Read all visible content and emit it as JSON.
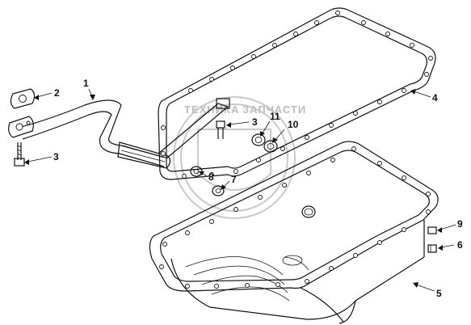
{
  "diagram": {
    "callouts": {
      "c1": "1",
      "c2": "2",
      "c3a": "3",
      "c3b": "3",
      "c4": "4",
      "c5": "5",
      "c6": "6",
      "c7": "7",
      "c8": "8",
      "c9": "9",
      "c10": "10",
      "c11": "11"
    },
    "watermark": {
      "text_left": "ТЕХНИКА",
      "text_right": "ЗАПЧАСТИ"
    }
  },
  "colors": {
    "line": "#111111",
    "watermark": "#c9c9c9",
    "background": "#ffffff"
  }
}
